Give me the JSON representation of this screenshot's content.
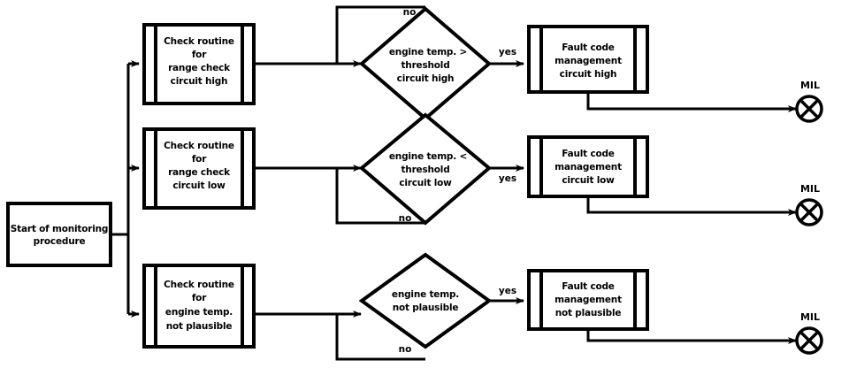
{
  "diagram": {
    "title_present": false,
    "start_node": {
      "label_line1": "Start of monitoring",
      "label_line2": "procedure"
    },
    "branches": [
      {
        "id": "high",
        "check_routine": {
          "line1": "Check routine",
          "line2": "for",
          "line3": "range check",
          "line4": "circuit high"
        },
        "decision": {
          "line1": "engine temp. >",
          "line2": "threshold",
          "line3": "circuit high"
        },
        "yes_label": "yes",
        "no_label": "no",
        "no_label_position": "top",
        "fault_code": {
          "line1": "Fault code",
          "line2": "management",
          "line3": "circuit high"
        },
        "output": {
          "label": "MIL",
          "icon": "lamp-icon"
        }
      },
      {
        "id": "low",
        "check_routine": {
          "line1": "Check routine",
          "line2": "for",
          "line3": "range check",
          "line4": "circuit low"
        },
        "decision": {
          "line1": "engine temp. <",
          "line2": "threshold",
          "line3": "circuit low"
        },
        "yes_label": "yes",
        "no_label": "no",
        "no_label_position": "bottom",
        "fault_code": {
          "line1": "Fault code",
          "line2": "management",
          "line3": "circuit low"
        },
        "output": {
          "label": "MIL",
          "icon": "lamp-icon"
        }
      },
      {
        "id": "not-plausible",
        "check_routine": {
          "line1": "Check routine",
          "line2": "for",
          "line3": "engine temp.",
          "line4": "not plausible"
        },
        "decision": {
          "line1": "engine temp.",
          "line2": "not plausible",
          "line3": ""
        },
        "yes_label": "yes",
        "no_label": "no",
        "no_label_position": "bottom",
        "fault_code": {
          "line1": "Fault code",
          "line2": "management",
          "line3": "not plausible"
        },
        "output": {
          "label": "MIL",
          "icon": "lamp-icon"
        }
      }
    ],
    "colors": {
      "stroke": "#000000",
      "fill": "#ffffff",
      "background": "#ffffff"
    }
  }
}
